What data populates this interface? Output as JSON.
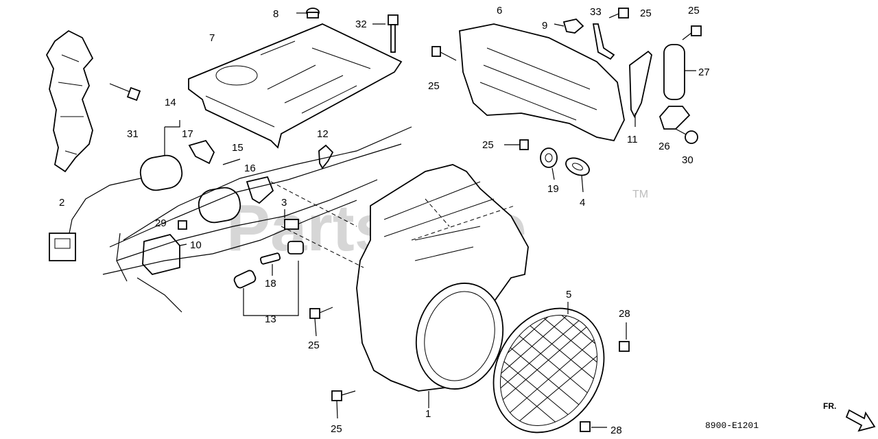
{
  "watermark": {
    "text": "PartsTree",
    "tm": "TM"
  },
  "diagram_code": "8900-E1201",
  "direction_label": "FR.",
  "callouts": [
    "1",
    "2",
    "3",
    "4",
    "5",
    "6",
    "7",
    "8",
    "9",
    "10",
    "11",
    "12",
    "13",
    "14",
    "15",
    "16",
    "17",
    "18",
    "19",
    "25",
    "25",
    "25",
    "25",
    "25",
    "25",
    "25",
    "26",
    "27",
    "28",
    "28",
    "29",
    "30",
    "31",
    "32",
    "33"
  ]
}
